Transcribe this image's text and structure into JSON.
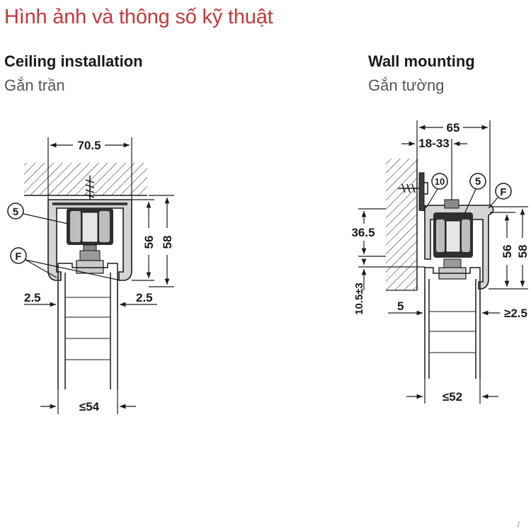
{
  "title": "Hình ảnh và thông số kỹ thuật",
  "colors": {
    "title": "#c8373a",
    "line": "#1a1a1a",
    "metal_dark": "#3c3c3c",
    "metal_light": "#cfcfcf"
  },
  "ceiling": {
    "heading": "Ceiling installation",
    "subheading": "Gắn trần",
    "dims": {
      "width_top": "70.5",
      "h56": "56",
      "h58": "58",
      "gap_left": "2.5",
      "gap_right": "2.5",
      "bottom": "≤54"
    },
    "callouts": {
      "five": "5",
      "f": "F"
    }
  },
  "wall": {
    "heading": "Wall mounting",
    "subheading": "Gắn tường",
    "dims": {
      "width_top": "65",
      "range": "18-33",
      "h365": "36.5",
      "h56": "56",
      "h58": "58",
      "h105": "10.5±3",
      "gap_left": "5",
      "gap_right": "≥2.5",
      "bottom": "≤52"
    },
    "callouts": {
      "ten": "10",
      "five": "5",
      "f": "F"
    }
  },
  "corner_mark": "/"
}
